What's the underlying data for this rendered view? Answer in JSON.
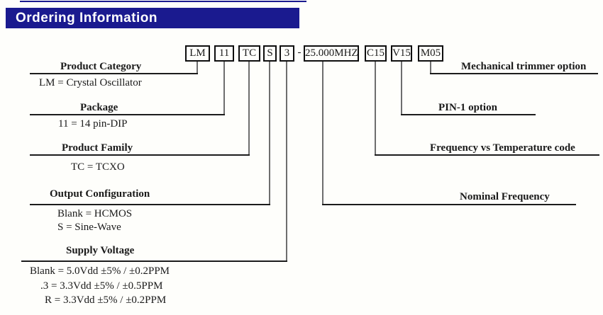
{
  "header": {
    "title": "Ordering Information"
  },
  "colors": {
    "header_bar": "#1a1a8f",
    "header_text": "#ffffff"
  },
  "part_number": {
    "boxes": [
      "LM",
      "11",
      "TC",
      "S",
      "3",
      "25.000MHZ",
      "C15",
      "V15",
      "M05"
    ],
    "separator": "-"
  },
  "left_fields": [
    {
      "label": "Product Category",
      "values": [
        "LM = Crystal Oscillator"
      ]
    },
    {
      "label": "Package",
      "values": [
        "11 = 14 pin-DIP"
      ]
    },
    {
      "label": "Product Family",
      "values": [
        "TC = TCXO"
      ]
    },
    {
      "label": "Output Configuration",
      "values": [
        "Blank = HCMOS",
        "S = Sine-Wave"
      ]
    },
    {
      "label": "Supply Voltage",
      "values": [
        "Blank = 5.0Vdd ±5% / ±0.2PPM",
        ".3 = 3.3Vdd ±5% / ±0.5PPM",
        "R = 3.3Vdd ±5% / ±0.2PPM"
      ]
    }
  ],
  "right_fields": [
    {
      "label": "Mechanical trimmer option"
    },
    {
      "label": "PIN-1 option"
    },
    {
      "label": "Frequency vs Temperature code"
    },
    {
      "label": "Nominal Frequency"
    }
  ]
}
